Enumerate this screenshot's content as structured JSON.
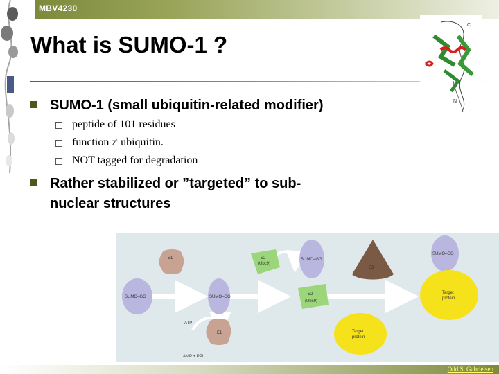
{
  "header": {
    "course_code": "MBV4230"
  },
  "slide": {
    "title": "What is SUMO-1 ?",
    "bullets": [
      {
        "text": "SUMO-1 (small ubiquitin-related modifier)",
        "subbullets": [
          "peptide of 101 residues",
          "function ≠ ubiquitin.",
          "NOT tagged for degradation"
        ]
      },
      {
        "text_line1": "Rather stabilized or ”targeted” to sub-",
        "text_line2": "nuclear structures"
      }
    ]
  },
  "protein_structure": {
    "c_label": "C",
    "n_label": "N"
  },
  "pathway_diagram": {
    "nodes": {
      "e1_top": "E1",
      "sumo_left": "SUMO–GG",
      "sumo_mid": "SUMO–GG",
      "e1_mid": "E1",
      "e2_top_line1": "E2",
      "e2_top_line2": "(Ubc9)",
      "sumo_top_center": "SUMO–GG",
      "e2_center_line1": "E2",
      "e2_center_line2": "(Ubc9)",
      "e3": "E3",
      "target_bottom_line1": "Target",
      "target_bottom_line2": "protein",
      "sumo_right": "SUMO–GG",
      "target_right_line1": "Target",
      "target_right_line2": "protein",
      "atp": "ATP",
      "amp": "AMP + PPi"
    },
    "colors": {
      "sumo": "#b9b6df",
      "e1": "#c8a393",
      "e2": "#9bd67a",
      "e3": "#7a5a44",
      "target": "#f6e21a",
      "background": "#dfe8ea"
    }
  },
  "footer": {
    "author": "Odd S. Gabrielsen"
  }
}
